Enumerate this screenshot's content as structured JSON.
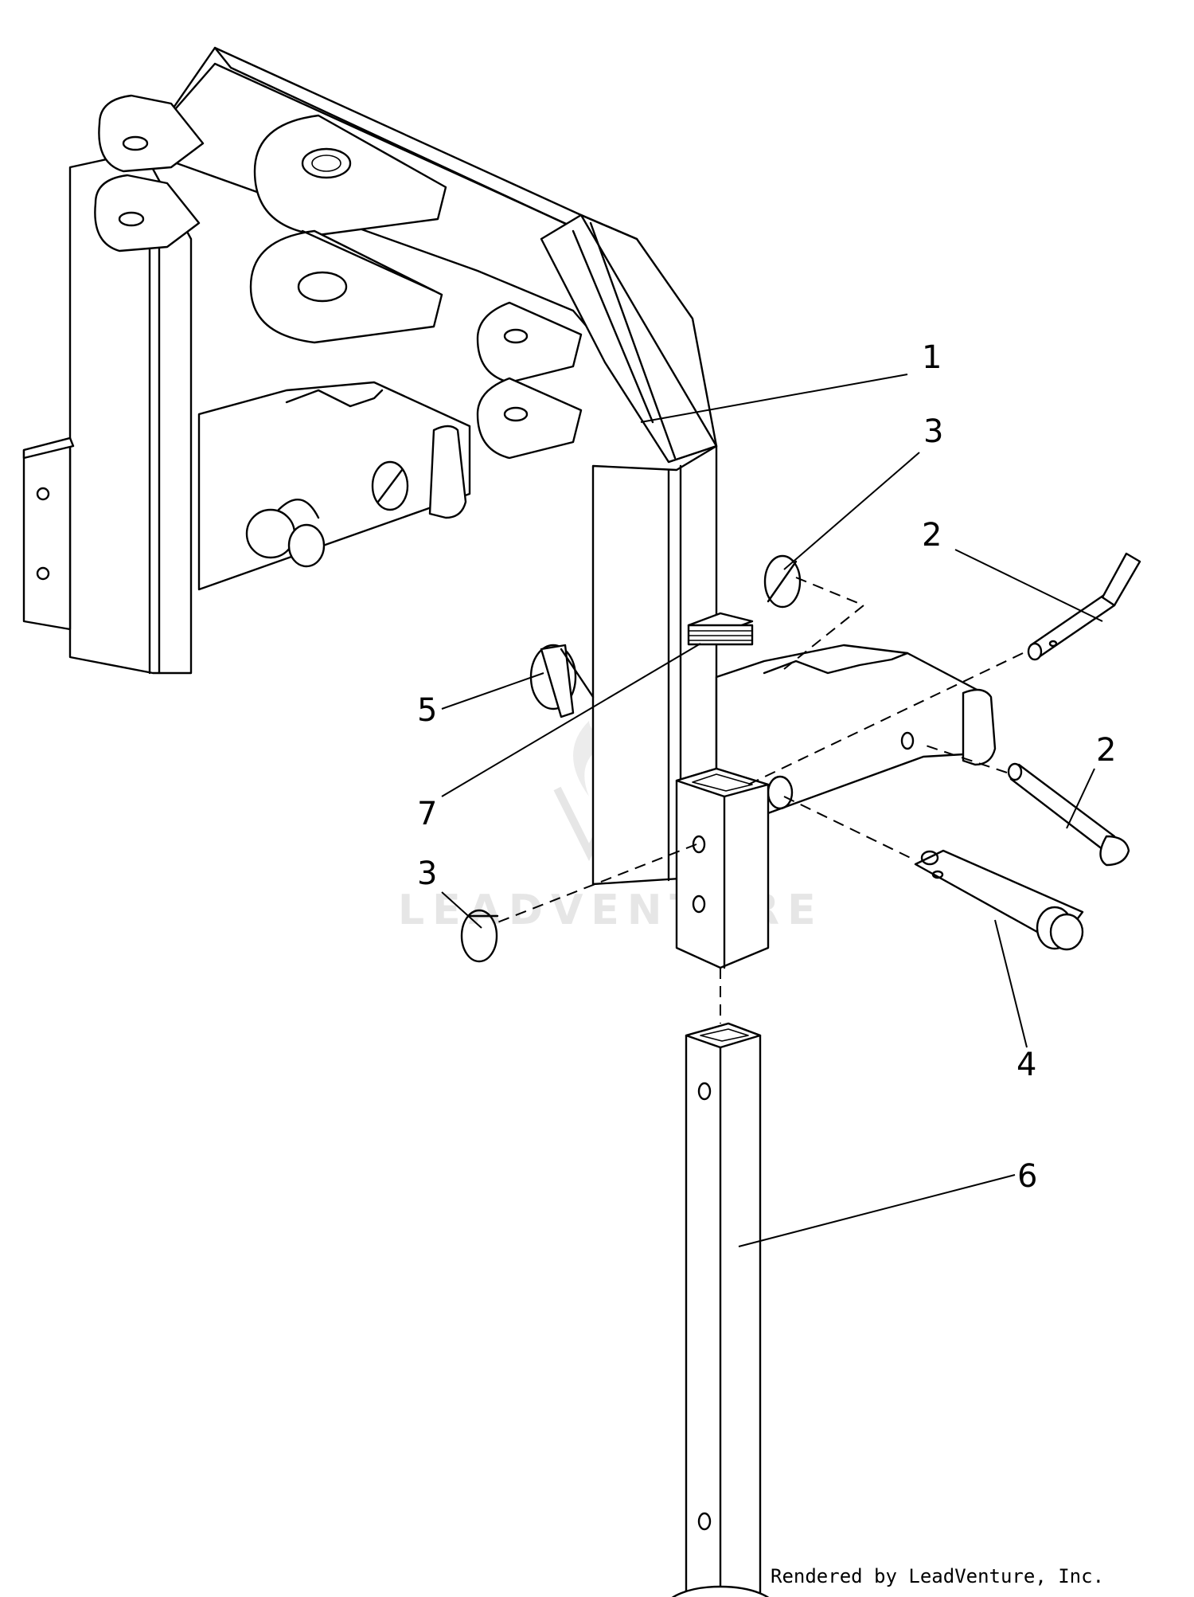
{
  "callouts": {
    "c1": "1",
    "c2a": "2",
    "c2b": "2",
    "c3a": "3",
    "c3b": "3",
    "c4": "4",
    "c5": "5",
    "c6": "6",
    "c7": "7"
  },
  "watermark": "LEADVENTURE",
  "credit": "Rendered by LeadVenture, Inc."
}
